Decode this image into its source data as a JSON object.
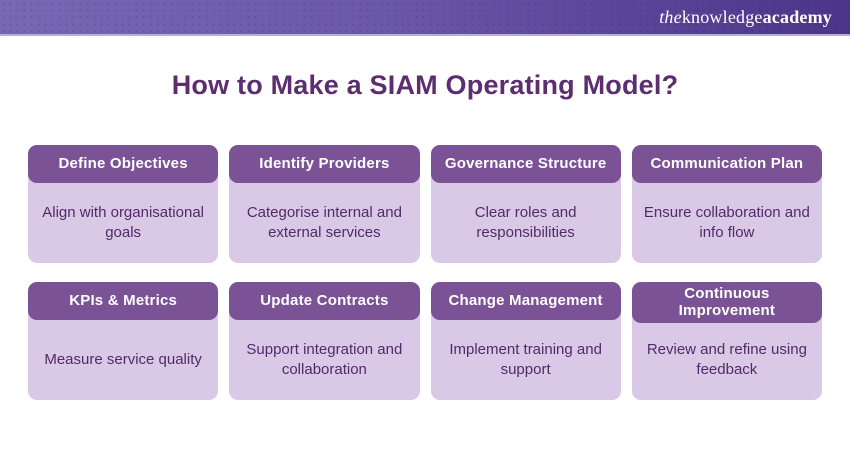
{
  "topbar": {
    "logo": {
      "the": "the",
      "knowledge": "knowledge",
      "academy": "academy"
    }
  },
  "title": "How to Make a SIAM Operating Model?",
  "colors": {
    "topbar_gradient_left": "#7668b3",
    "topbar_gradient_right": "#4c3589",
    "topbar_underline": "#b9addb",
    "title_text": "#5c2d6f",
    "card_header_bg": "#7b5295",
    "card_header_text": "#ffffff",
    "card_body_bg": "#d9c8e6",
    "card_body_text": "#512b67"
  },
  "cards": [
    {
      "title": "Define Objectives",
      "desc": "Align with organisational goals"
    },
    {
      "title": "Identify Providers",
      "desc": "Categorise internal and external services"
    },
    {
      "title": "Governance Structure",
      "desc": "Clear roles and responsibilities"
    },
    {
      "title": "Communication Plan",
      "desc": "Ensure collaboration and info flow"
    },
    {
      "title": "KPIs & Metrics",
      "desc": "Measure service quality"
    },
    {
      "title": "Update Contracts",
      "desc": "Support integration and collaboration"
    },
    {
      "title": "Change Management",
      "desc": "Implement training and support"
    },
    {
      "title": "Continuous Improvement",
      "desc": "Review and refine using feedback"
    }
  ]
}
